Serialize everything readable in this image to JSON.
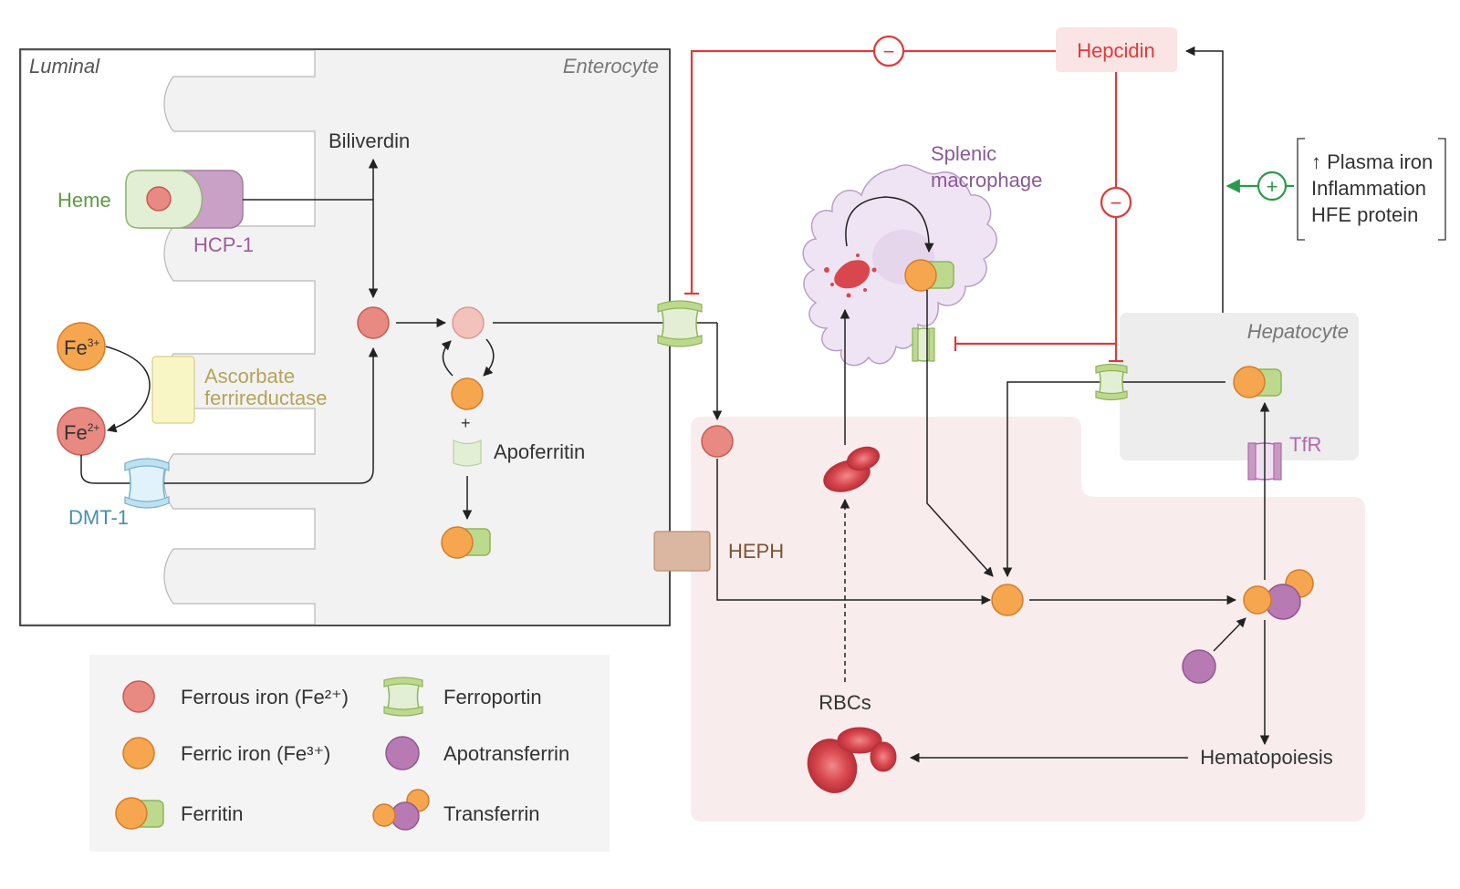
{
  "colors": {
    "ferrous": "#e88a82",
    "ferric": "#f7a650",
    "ferritin_cap": "#bcd98e",
    "apotransferrin": "#b77ab2",
    "hepcidin": "#dd3b3b",
    "positive": "#2a9a4a",
    "heme_text": "#5f9a45",
    "hcp1_text": "#a05a9a",
    "dmt1_text": "#4b8fab",
    "ascorbate_text": "#b5a35a",
    "heph_text": "#7a5535",
    "macrophage_text": "#8a5a95",
    "tfr_text": "#b06aaa"
  },
  "regions": {
    "luminal": "Luminal",
    "enterocyte": "Enterocyte",
    "hepatocyte": "Hepatocyte"
  },
  "labels": {
    "heme": "Heme",
    "hcp1": "HCP-1",
    "biliverdin": "Biliverdin",
    "fe3": "Fe",
    "fe3_sup": "3+",
    "fe2": "Fe",
    "fe2_sup": "2+",
    "ascorbate_1": "Ascorbate",
    "ascorbate_2": "ferrireductase",
    "dmt1": "DMT-1",
    "plus": "+",
    "apoferritin": "Apoferritin",
    "heph": "HEPH",
    "hepcidin": "Hepcidin",
    "splenic_1": "Splenic",
    "splenic_2": "macrophage",
    "rbcs": "RBCs",
    "tfr": "TfR",
    "hematopoiesis": "Hematopoiesis",
    "inhibit_symbol": "−",
    "activate_symbol": "+"
  },
  "regulators": [
    "↑ Plasma iron",
    "Inflammation",
    "HFE protein"
  ],
  "legend": {
    "ferrous": "Ferrous iron (Fe²⁺)",
    "ferric": "Ferric iron (Fe³⁺)",
    "ferritin": "Ferritin",
    "ferroportin": "Ferroportin",
    "apotransferrin": "Apotransferrin",
    "transferrin": "Transferrin"
  }
}
